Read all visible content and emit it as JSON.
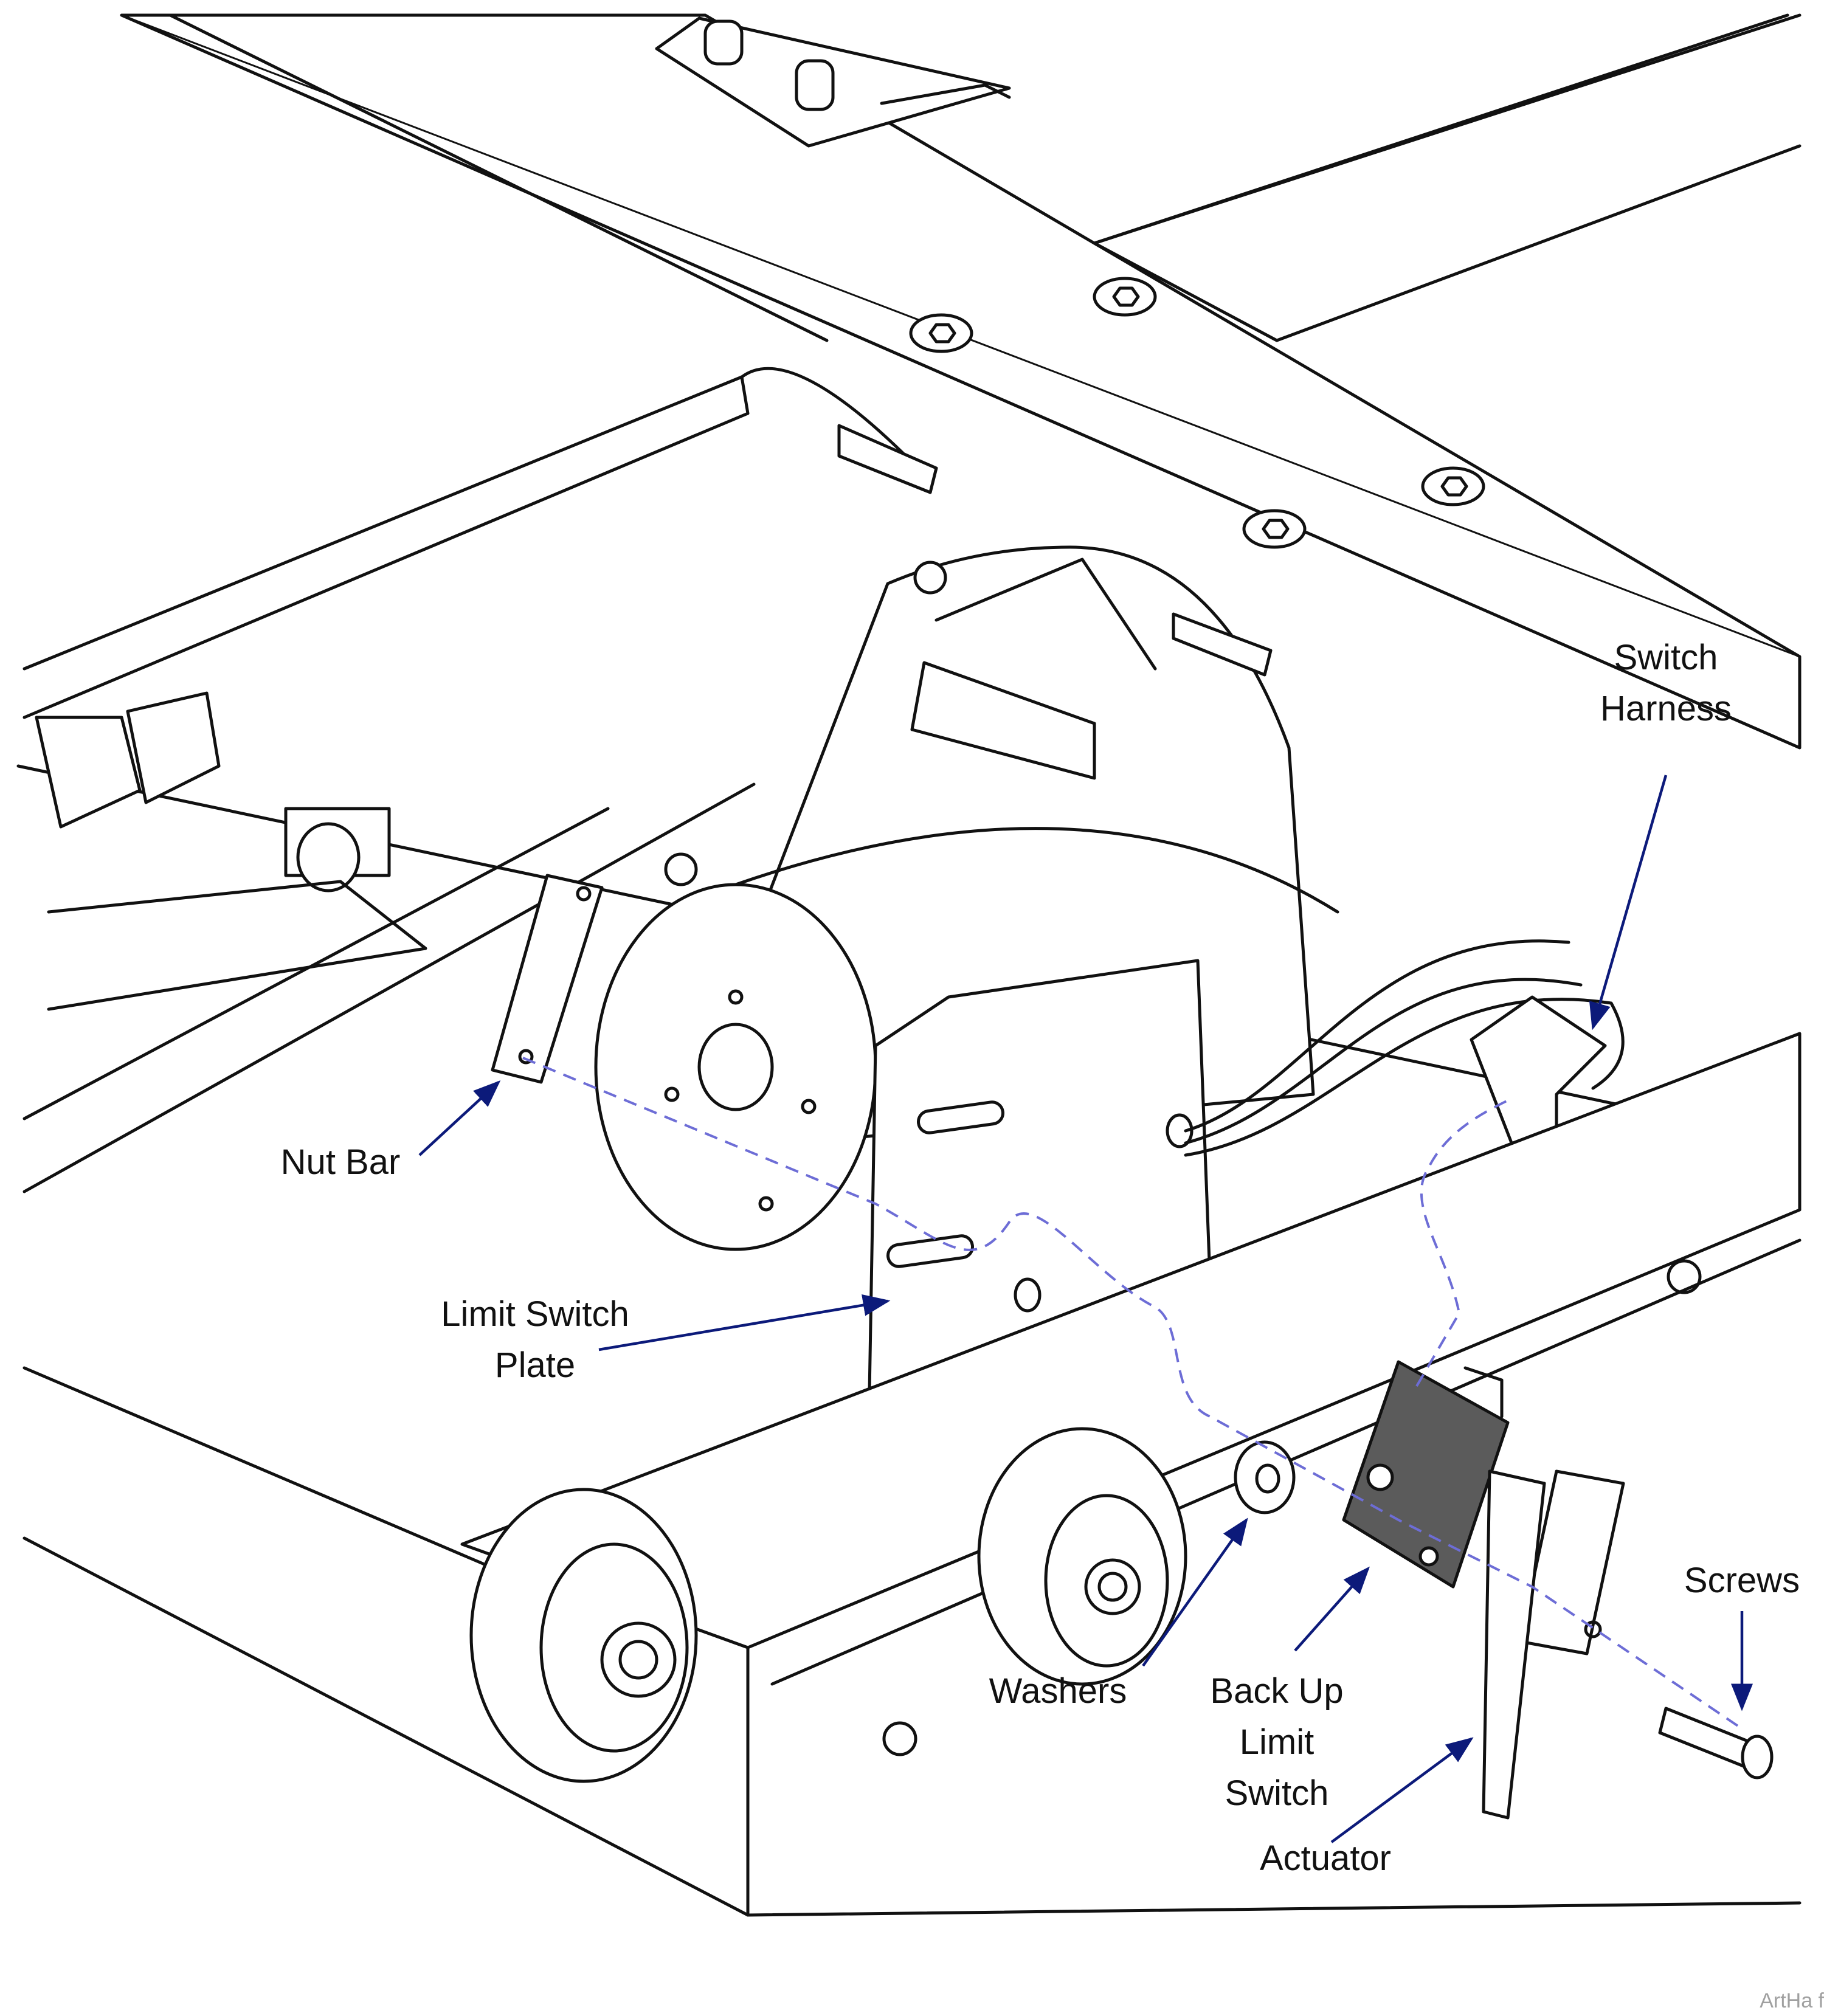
{
  "labels": {
    "switch_harness": [
      "Switch",
      "Harness"
    ],
    "nut_bar": "Nut Bar",
    "limit_switch_plate": [
      "Limit Switch",
      "Plate"
    ],
    "washers": "Washers",
    "back_up_limit_switch": [
      "Back Up",
      "Limit",
      "Switch"
    ],
    "screws": "Screws",
    "actuator": "Actuator"
  },
  "art_id": "ArtHa f",
  "colors": {
    "leader_arrow": "#0c1a7a",
    "assembly_path": "#6d6dd6",
    "switch_body": "#5b5b5b",
    "line_art": "#111111"
  }
}
